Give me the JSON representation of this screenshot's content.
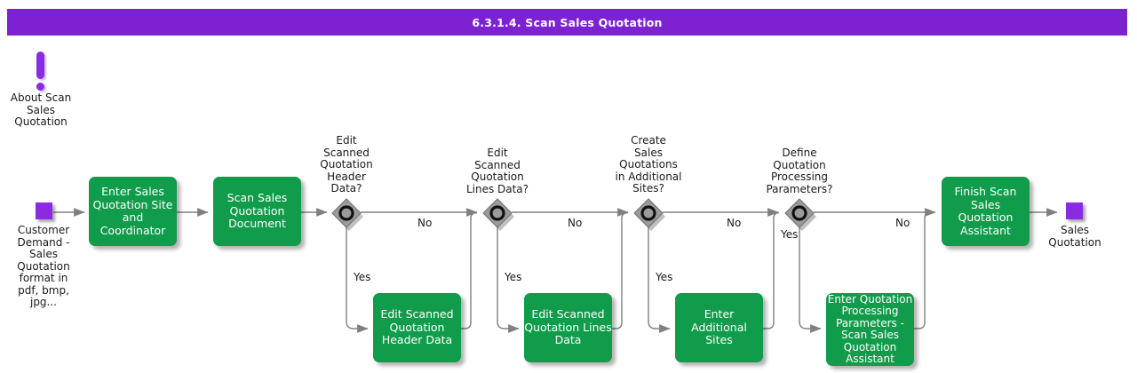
{
  "title": "6.3.1.4. Scan Sales Quotation",
  "colors": {
    "title_bar": "#7d22d1",
    "event_purple": "#8a2be2",
    "task_green": "#109c4b",
    "connector_gray": "#808080",
    "decision_gray": "#9b9b9b"
  },
  "about": {
    "label": "About Scan\nSales\nQuotation"
  },
  "start": {
    "label": "Customer\nDemand -\nSales\nQuotation\nformat in\npdf, bmp,\njpg..."
  },
  "end": {
    "label": "Sales\nQuotation"
  },
  "nodes": {
    "enter_site": {
      "label": "Enter Sales\nQuotation Site\nand Coordinator"
    },
    "scan_doc": {
      "label": "Scan Sales\nQuotation\nDocument"
    },
    "edit_header": {
      "label": "Edit Scanned\nQuotation\nHeader Data"
    },
    "edit_lines": {
      "label": "Edit Scanned\nQuotation Lines\nData"
    },
    "additional_sites": {
      "label": "Enter Additional\nSites"
    },
    "enter_params": {
      "label": "Enter Quotation\nProcessing\nParameters -\nScan Sales\nQuotation\nAssistant"
    },
    "finish": {
      "label": "Finish Scan\nSales Quotation\nAssistant"
    }
  },
  "decisions": {
    "d1": {
      "question": "Edit\nScanned\nQuotation\nHeader\nData?",
      "yes": "Yes",
      "no": "No"
    },
    "d2": {
      "question": "Edit\nScanned\nQuotation\nLines Data?",
      "yes": "Yes",
      "no": "No"
    },
    "d3": {
      "question": "Create\nSales\nQuotations\nin Additional\nSites?",
      "yes": "Yes",
      "no": "No"
    },
    "d4": {
      "question": "Define\nQuotation\nProcessing\nParameters?",
      "yes": "Yes",
      "no": "No"
    }
  }
}
